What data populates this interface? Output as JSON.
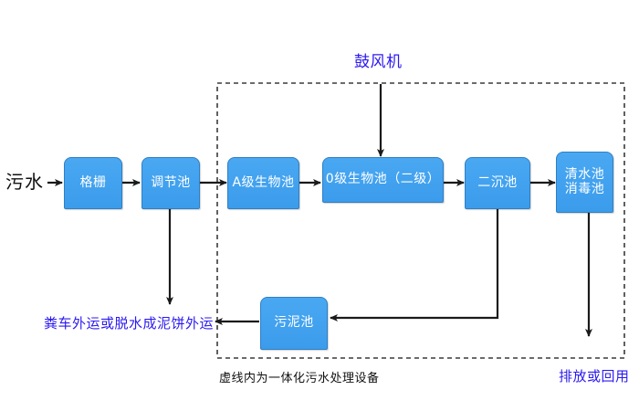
{
  "diagram": {
    "title_note": "污水处理工艺流程图",
    "colors": {
      "node_fill": "#3b9cec",
      "node_border": "#2f7fc4",
      "node_text": "#ffffff",
      "accent_label": "#2b19f0",
      "plain_text": "#111111",
      "arrow": "#1a1a1a",
      "dashed_box": "#3a3a3a",
      "background": "#ffffff"
    },
    "nodes": [
      {
        "id": "grid",
        "label": "格栅"
      },
      {
        "id": "adjust",
        "label": "调节池"
      },
      {
        "id": "a-bio",
        "label": "A级生物池"
      },
      {
        "id": "o-bio",
        "label": "0级生物池（二级）"
      },
      {
        "id": "second-sed",
        "label": "二沉池"
      },
      {
        "id": "clearwater",
        "label": "清水池\n消毒池"
      },
      {
        "id": "sludge",
        "label": "污泥池"
      }
    ],
    "labels": {
      "inlet": "污水",
      "blower": "鼓风机",
      "sludge_haul": "粪车外运或脱水成泥饼外运",
      "discharge": "排放或回用",
      "dashed_caption": "虚线内为一体化污水处理设备"
    }
  }
}
